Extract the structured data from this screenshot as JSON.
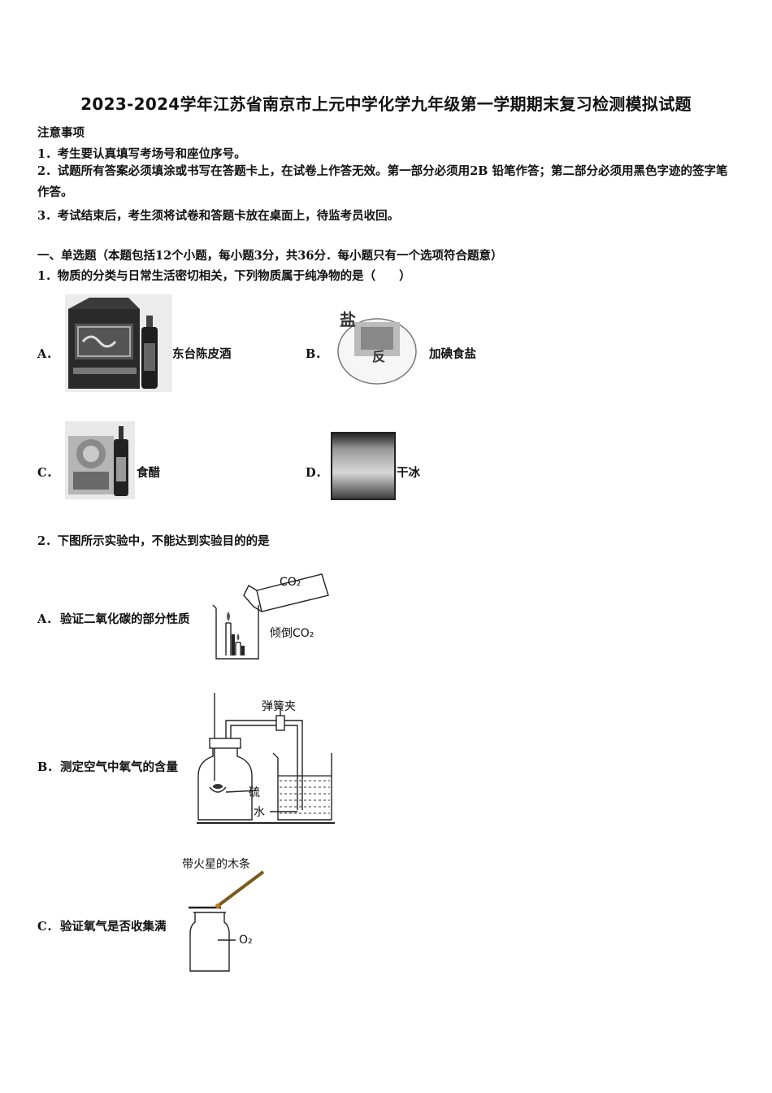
{
  "title": "2023-2024学年江苏省南京市上元中学化学九年级第一学期期末复习检测模拟试题",
  "notice": {
    "heading": "注意事项",
    "items": [
      "1．考生要认真填写考场号和座位序号。",
      "2．试题所有答案必须填涂或书写在答题卡上，在试卷上作答无效。第一部分必须用2B 铅笔作答；第二部分必须用黑色字迹的签字笔作答。",
      "3．考试结束后，考生须将试卷和答题卡放在桌面上，待监考员收回。"
    ]
  },
  "section1": "一、单选题（本题包括12个小题，每小题3分，共36分．每小题只有一个选项符合题意）",
  "q1": {
    "stem": "1．物质的分类与日常生活密切相关，下列物质属于纯净物的是（　　）",
    "options": [
      {
        "letter": "A．",
        "text": "东台陈皮酒"
      },
      {
        "letter": "B．",
        "text": "加碘食盐"
      },
      {
        "letter": "C．",
        "text": "食醋"
      },
      {
        "letter": "D．",
        "text": "干冰"
      }
    ]
  },
  "q2": {
    "stem": "2．下图所示实验中，不能达到实验目的的是",
    "options": [
      {
        "letter": "A．",
        "text": "验证二氧化碳的部分性质",
        "labels": [
          "CO₂",
          "倾倒CO₂"
        ]
      },
      {
        "letter": "B．",
        "text": "测定空气中氧气的含量",
        "labels": [
          "弹簧夹",
          "硫",
          "水"
        ]
      },
      {
        "letter": "C．",
        "text": "验证氧气是否收集满",
        "labels": [
          "带火星的木条",
          "O₂"
        ]
      }
    ]
  }
}
